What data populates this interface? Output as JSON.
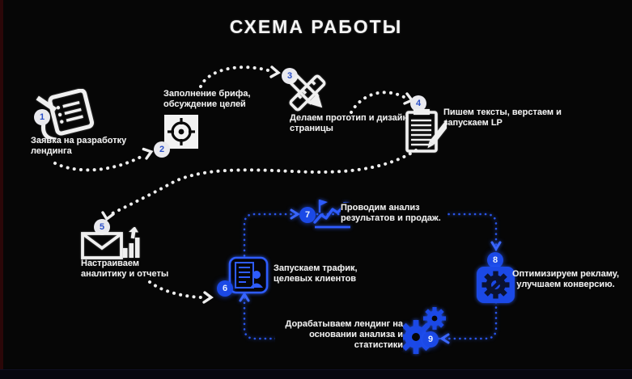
{
  "title": "СХЕМА РАБОТЫ",
  "colors": {
    "background": "#060606",
    "foreground": "#f0f0f0",
    "accent_blue": "#1b49e6"
  },
  "steps": [
    {
      "number": "1",
      "label": "Заявка на разработку лендинга",
      "icon": "request-form-pen-icon"
    },
    {
      "number": "2",
      "label": "Заполнение брифа, обсуждение целей",
      "icon": "target-crosshair-icon"
    },
    {
      "number": "3",
      "label": "Делаем прототип и дизайн страницы",
      "icon": "pencil-ruler-cross-icon"
    },
    {
      "number": "4",
      "label": "Пишем тексты, верстаем и запускаем LP",
      "icon": "document-pen-icon"
    },
    {
      "number": "5",
      "label": "Настраиваем аналитику и отчеты",
      "icon": "mail-analytics-icon"
    },
    {
      "number": "6",
      "label": "Запускаем трафик, целевых клиентов",
      "icon": "traffic-clients-icon"
    },
    {
      "number": "7",
      "label": "Проводим анализ результатов и продаж.",
      "icon": "line-chart-icon"
    },
    {
      "number": "8",
      "label": "Оптимизируем рекламу, улучшаем конверсию.",
      "icon": "gear-wrench-icon"
    },
    {
      "number": "9",
      "label": "Дорабатываем лендинг на основании анализа и статистики",
      "icon": "gears-icon"
    }
  ]
}
